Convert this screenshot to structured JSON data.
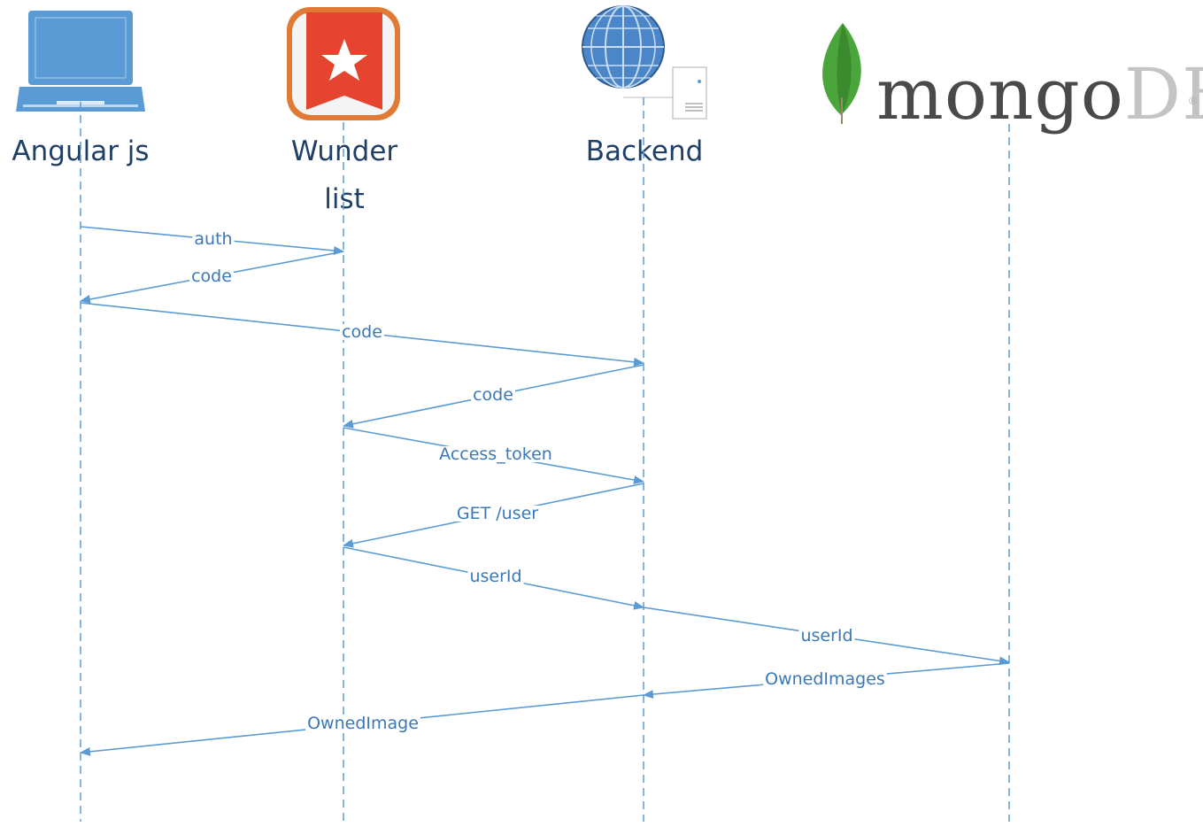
{
  "actors": [
    {
      "id": "angular",
      "label": "Angular js",
      "icon": "laptop-icon"
    },
    {
      "id": "wunderlist",
      "label_line1": "Wunder",
      "label_line2": "list",
      "icon": "wunderlist-logo-icon"
    },
    {
      "id": "backend",
      "label": "Backend",
      "icon": "globe-server-icon"
    },
    {
      "id": "mongodb",
      "logo_word_main": "mongo",
      "logo_word_db": "DB",
      "logo_reg": "®",
      "icon": "mongodb-leaf-icon"
    }
  ],
  "messages": [
    {
      "label": "auth",
      "from": "angular",
      "to": "wunderlist"
    },
    {
      "label": "code",
      "from": "wunderlist",
      "to": "angular"
    },
    {
      "label": "code",
      "from": "angular",
      "to": "backend"
    },
    {
      "label": "code",
      "from": "backend",
      "to": "wunderlist"
    },
    {
      "label": "Access_token",
      "from": "wunderlist",
      "to": "backend"
    },
    {
      "label": "GET /user",
      "from": "backend",
      "to": "wunderlist"
    },
    {
      "label": "userId",
      "from": "wunderlist",
      "to": "backend"
    },
    {
      "label": "userId",
      "from": "backend",
      "to": "mongodb"
    },
    {
      "label": "OwnedImages",
      "from": "mongodb",
      "to": "backend"
    },
    {
      "label": "OwnedImage",
      "from": "backend",
      "to": "angular"
    }
  ],
  "colors": {
    "line": "#5b9bd5",
    "label_text": "#3a78b8",
    "actor_text": "#1f3f66",
    "wunderlist_red": "#e5452e",
    "wunderlist_orange": "#e8843d",
    "mongo_green": "#4aa53a"
  }
}
